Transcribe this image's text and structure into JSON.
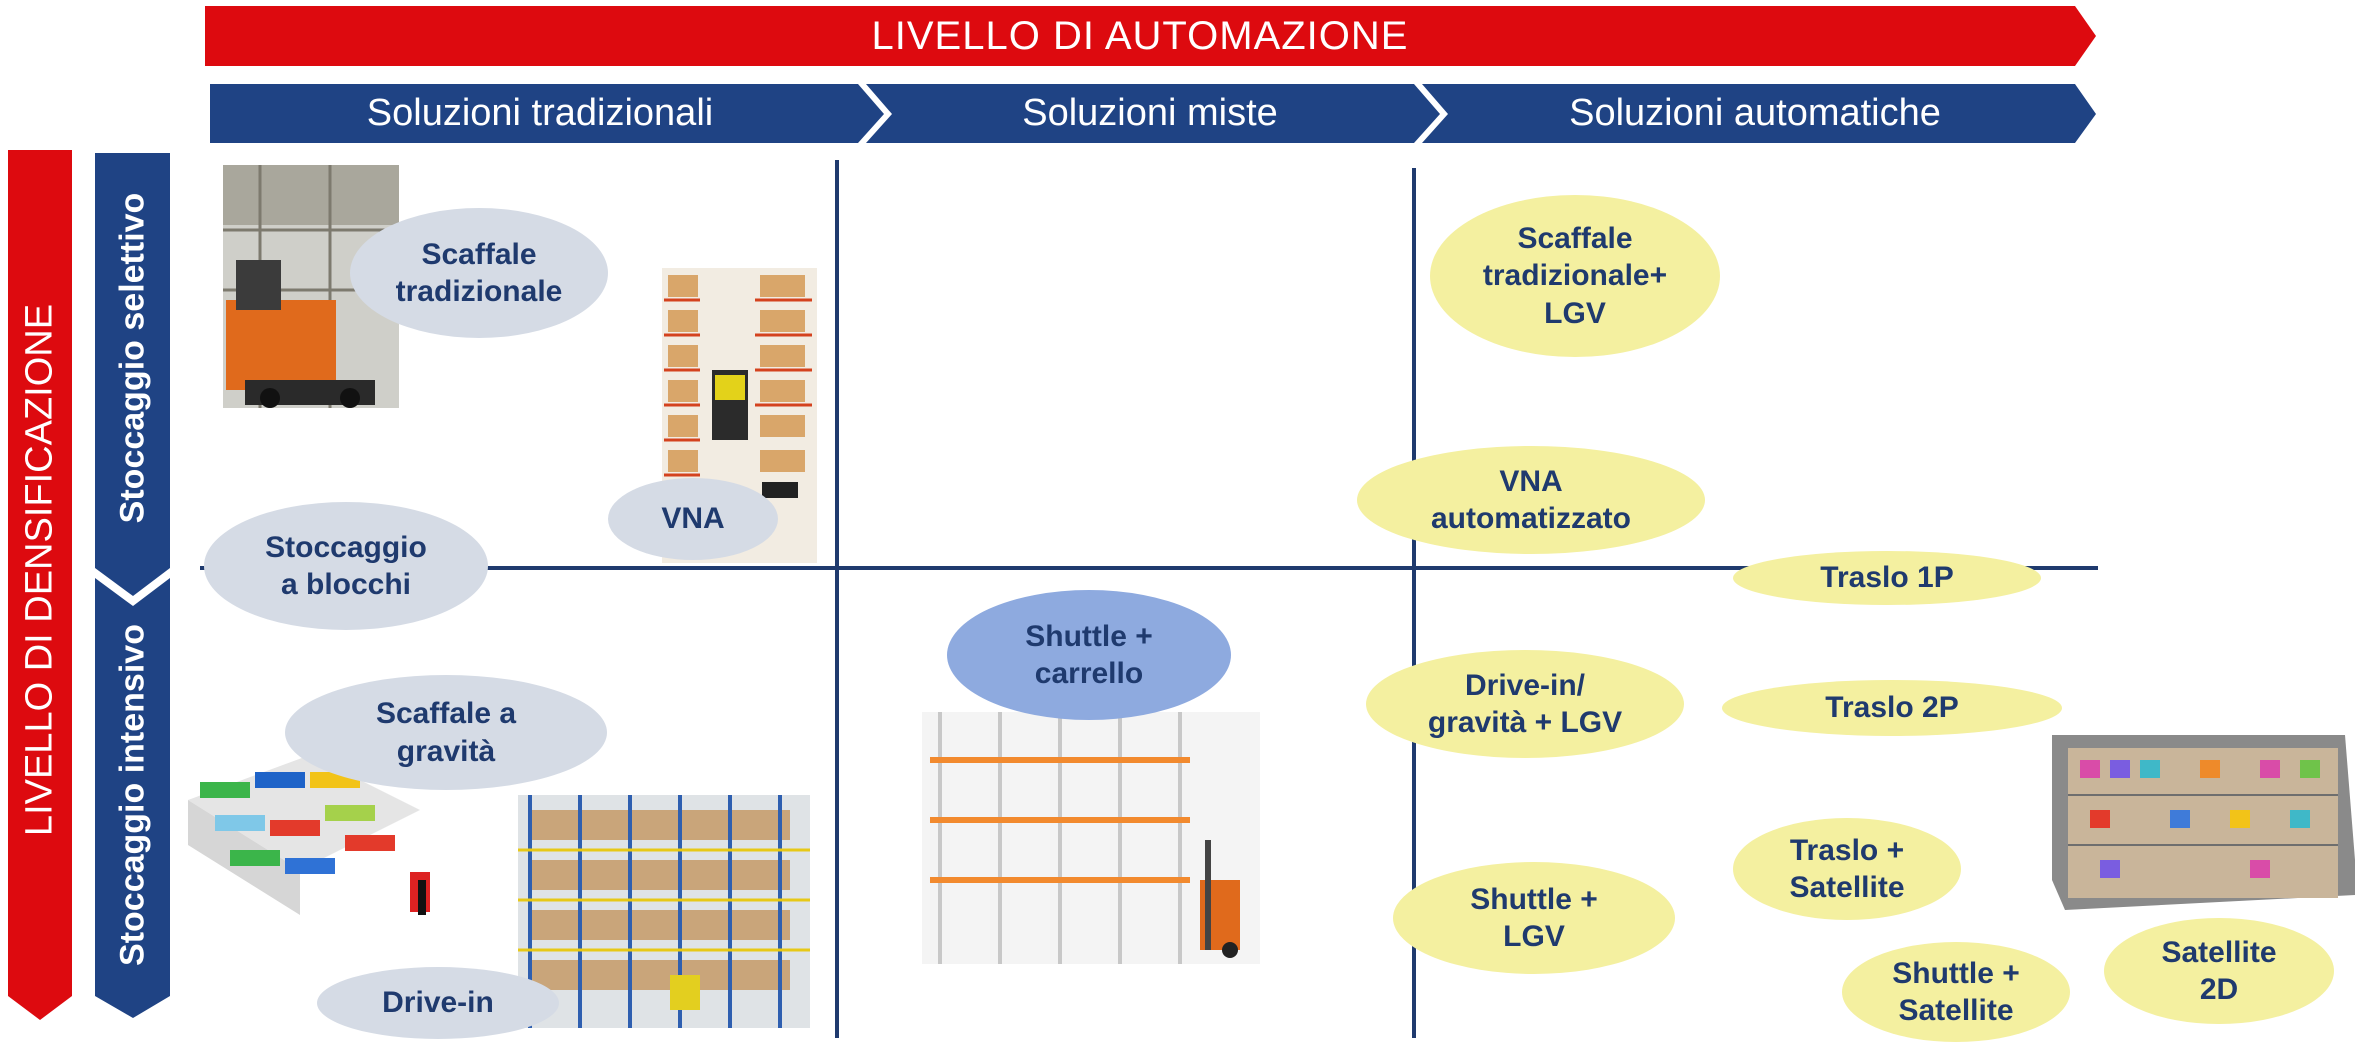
{
  "colors": {
    "red": "#dd0a0f",
    "navy": "#1f4384",
    "grid": "#1f3a6e"
  },
  "header": {
    "automation_title": "LIVELLO DI AUTOMAZIONE",
    "columns": [
      "Soluzioni tradizionali",
      "Soluzioni miste",
      "Soluzioni automatiche"
    ]
  },
  "side": {
    "densification_title": "LIVELLO DI DENSIFICAZIONE",
    "rows": [
      "Stoccaggio selettivo",
      "Stoccaggio intensivo"
    ]
  },
  "solutions": {
    "scaffale_tradizionale": "Scaffale\ntradizionale",
    "vna": "VNA",
    "stoccaggio_blocchi": "Stoccaggio\na blocchi",
    "scaffale_gravita": "Scaffale a\ngravità",
    "drive_in": "Drive-in",
    "shuttle_carrello": "Shuttle  +\ncarrello",
    "scaffale_lgv": "Scaffale\ntradizionale+\nLGV",
    "vna_auto": "VNA\nautomatizzato",
    "traslo_1p": "Traslo 1P",
    "traslo_2p": "Traslo 2P",
    "drivein_lgv": "Drive-in/\ngravità + LGV",
    "traslo_satellite": "Traslo +\nSatellite",
    "shuttle_lgv": "Shuttle  +\nLGV",
    "shuttle_satellite": "Shuttle +\nSatellite",
    "satellite_2d": "Satellite\n2D"
  },
  "images": {
    "forklift_photo": "reach-truck-photo",
    "vna_rack": "vna-rack-illustration",
    "gravity_rack": "gravity-rack-illustration",
    "drivein_rack": "drive-in-rack-illustration",
    "shuttle_rack": "shuttle-rack-illustration",
    "automated_warehouse": "automated-warehouse-illustration"
  }
}
